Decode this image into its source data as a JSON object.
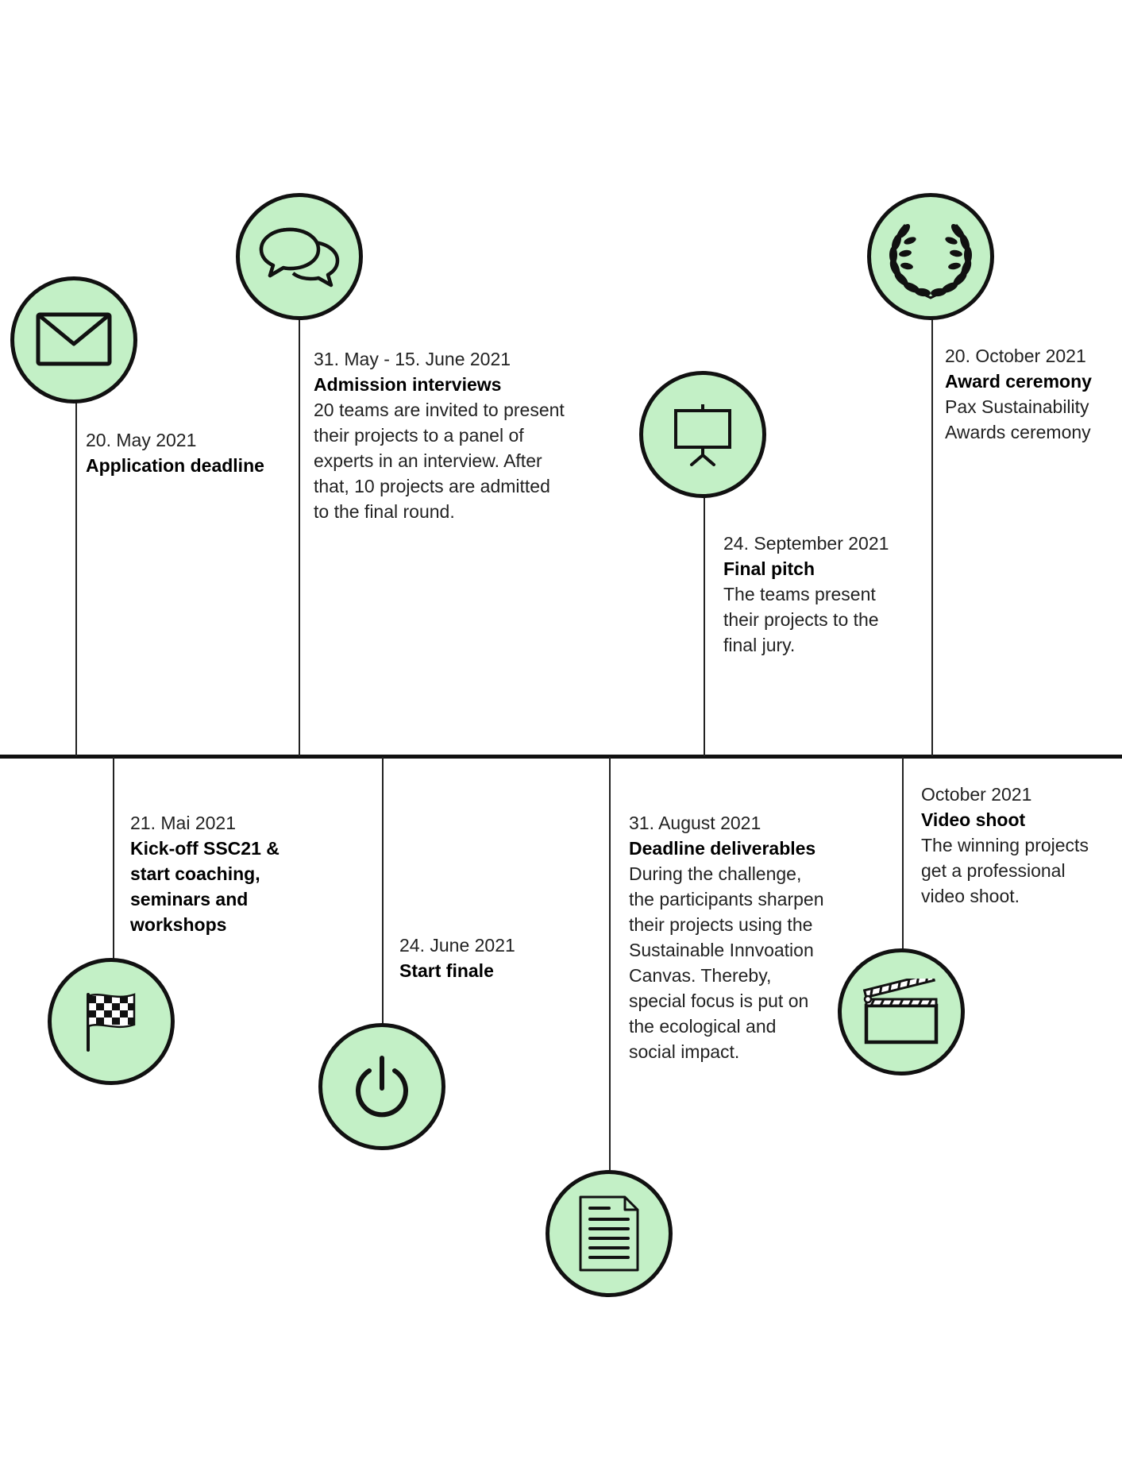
{
  "colors": {
    "node_fill": "#c3f0c6",
    "outline": "#111111"
  },
  "milestones": [
    {
      "id": "application",
      "icon": "envelope-icon",
      "date": "20. May 2021",
      "title": "Application deadline",
      "description": ""
    },
    {
      "id": "interviews",
      "icon": "speech-bubbles-icon",
      "date": "31. May - 15. June 2021",
      "title": "Admission interviews",
      "description": "20 teams are invited to present their projects to a panel of experts in an interview. After that, 10 projects are admitted to the final round."
    },
    {
      "id": "final-pitch",
      "icon": "presentation-board-icon",
      "date": "24. September 2021",
      "title": "Final pitch",
      "description": "The teams present their projects to the final jury."
    },
    {
      "id": "award",
      "icon": "laurel-wreath-icon",
      "date": "20. October 2021",
      "title": "Award ceremony",
      "description": "Pax Sustainability Awards ceremony"
    },
    {
      "id": "kickoff",
      "icon": "checkered-flag-icon",
      "date": "21. Mai 2021",
      "title": "Kick-off SSC21  & start coaching, seminars and workshops",
      "description": ""
    },
    {
      "id": "start-finale",
      "icon": "power-icon",
      "date": "24. June 2021",
      "title": "Start finale",
      "description": ""
    },
    {
      "id": "deliverables",
      "icon": "document-icon",
      "date": "31. August 2021",
      "title": "Deadline deliverables",
      "description": "During the challenge, the participants sharpen their projects using the Sustainable Innvoation Canvas. Thereby, special focus is put on the ecological and social impact."
    },
    {
      "id": "video-shoot",
      "icon": "clapperboard-icon",
      "date": "October 2021",
      "title": "Video shoot",
      "description": "The winning projects get a professional video shoot."
    }
  ]
}
